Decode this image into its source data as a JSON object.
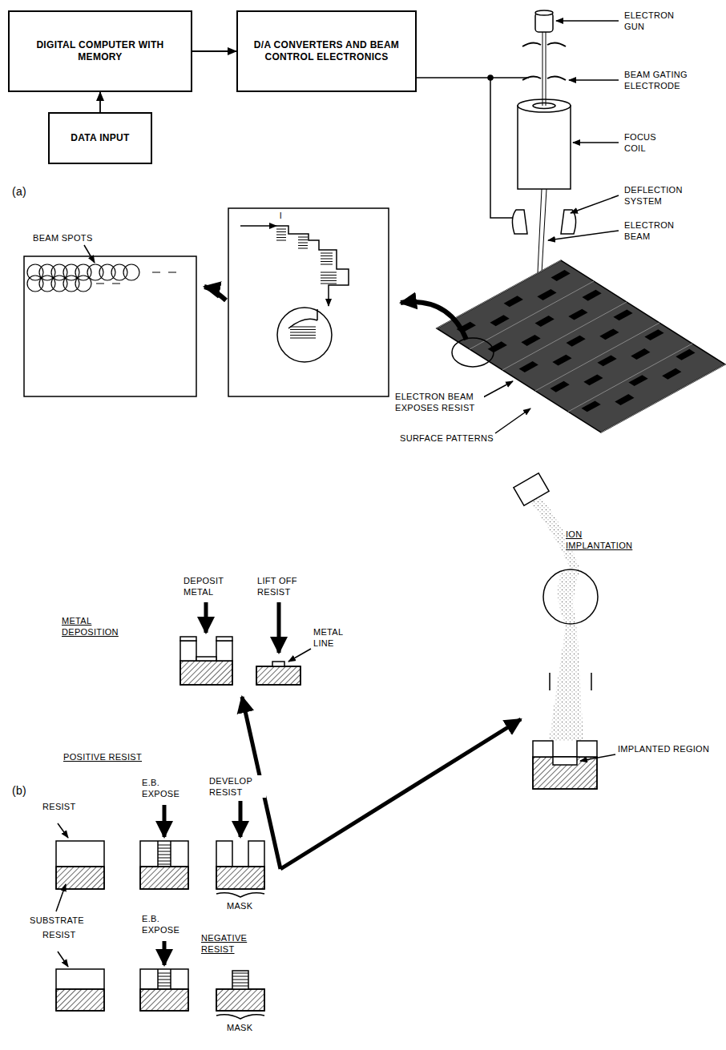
{
  "diagram": {
    "nodes": [
      {
        "text": [
          "DIGITAL COMPUTER WITH MEMORY"
        ]
      },
      {
        "text": [
          "D/A CONVERTERS AND BEAM CONTROL ELECTRONICS"
        ]
      },
      {
        "text": [
          "DATA INPUT"
        ]
      }
    ],
    "edges": [
      {
        "from": 2,
        "to": 0,
        "arrow": "to"
      },
      {
        "from": 0,
        "to": 1,
        "arrow": "to"
      }
    ],
    "labels": [
      "ELECTRON GUN",
      "BEAM GATING ELECTRODE",
      "FOCUS COIL",
      "DEFLECTION SYSTEM",
      "ELECTRON BEAM",
      "(a)",
      "l",
      "BEAM SPOTS",
      "ELECTRON BEAM EXPOSES RESIST",
      "SURFACE PATTERNS",
      "METAL DEPOSITION",
      "DEPOSIT METAL",
      "LIFT OFF RESIST",
      "METAL LINE",
      "ION IMPLANTATION",
      "IMPLANTED REGION",
      "(b)",
      "POSITIVE RESIST",
      "RESIST",
      "E.B. EXPOSE",
      "DEVELOP RESIST",
      "MASK",
      "SUBSTRATE",
      "RESIST",
      "E.B. EXPOSE",
      "NEGATIVE RESIST",
      "MASK"
    ]
  }
}
